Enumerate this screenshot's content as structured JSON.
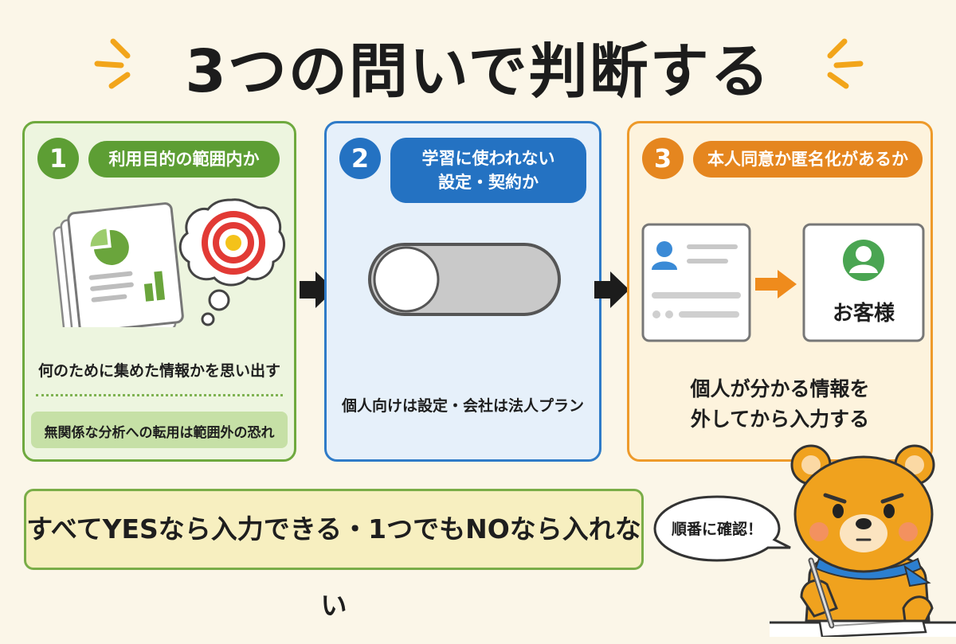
{
  "title": "3つの問いで判断する",
  "steps": [
    {
      "number": "1",
      "question": "利用目的の範囲内か",
      "caption": "何のために集めた情報かを思い出す",
      "note": "無関係な分析への転用は範囲外の恐れ"
    },
    {
      "number": "2",
      "question_line1": "学習に使われない",
      "question_line2": "設定・契約か",
      "caption": "個人向けは設定・会社は法人プラン"
    },
    {
      "number": "3",
      "question": "本人同意か匿名化があるか",
      "anon_label": "お客様",
      "caption_line1": "個人が分かる情報を",
      "caption_line2": "外してから入力する"
    }
  ],
  "conclusion": "すべてYESなら入力できる・1つでもNOなら入れない",
  "mascot_speech": "順番に確認！",
  "colors": {
    "step1": "#5d9e34",
    "step2": "#2472c2",
    "step3": "#e5861f",
    "background": "#fbf6e8"
  },
  "icons": [
    "document-stack-icon",
    "target-icon",
    "toggle-switch-icon",
    "profile-card-icon",
    "anonymous-user-icon",
    "arrow-right-icon",
    "bear-mascot"
  ]
}
